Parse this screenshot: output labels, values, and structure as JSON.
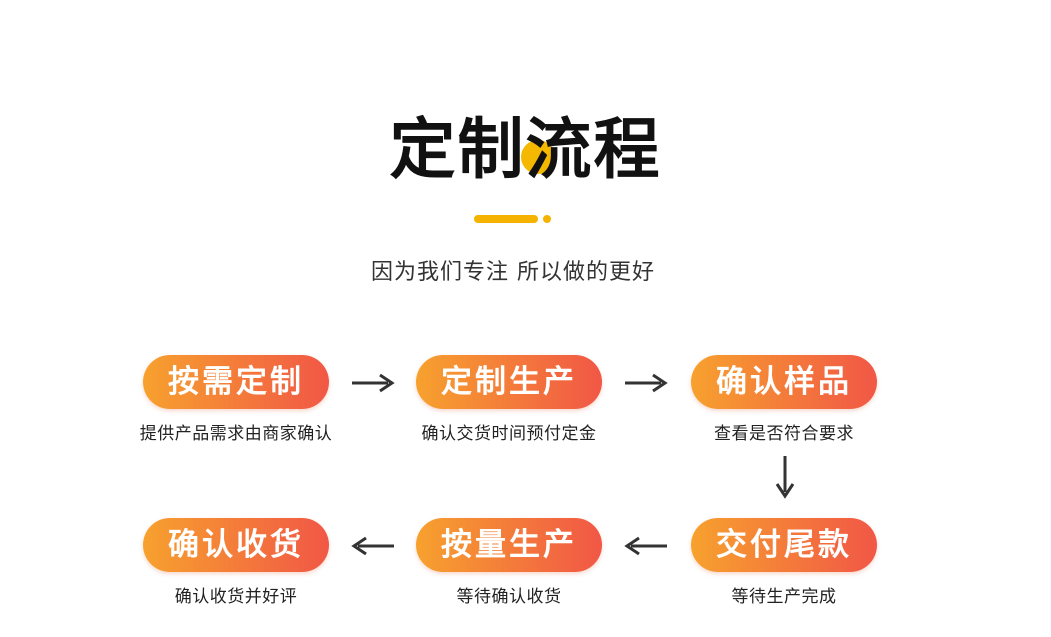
{
  "header": {
    "title": "定制流程",
    "subtitle": "因为我们专注 所以做的更好",
    "accent_color": "#f5b300"
  },
  "steps": [
    {
      "label": "按需定制",
      "desc": "提供产品需求由商家确认"
    },
    {
      "label": "定制生产",
      "desc": "确认交货时间预付定金"
    },
    {
      "label": "确认样品",
      "desc": "查看是否符合要求"
    },
    {
      "label": "交付尾款",
      "desc": "等待生产完成"
    },
    {
      "label": "按量生产",
      "desc": "等待确认收货"
    },
    {
      "label": "确认收货",
      "desc": "确认收货并好评"
    }
  ],
  "colors": {
    "pill_gradient_start": "#f7a12e",
    "pill_gradient_end": "#f15746",
    "arrow": "#333333"
  },
  "icons": {
    "flow_arrow_right": "arrow-right-icon",
    "flow_arrow_down": "arrow-down-icon",
    "flow_arrow_left": "arrow-left-icon"
  }
}
